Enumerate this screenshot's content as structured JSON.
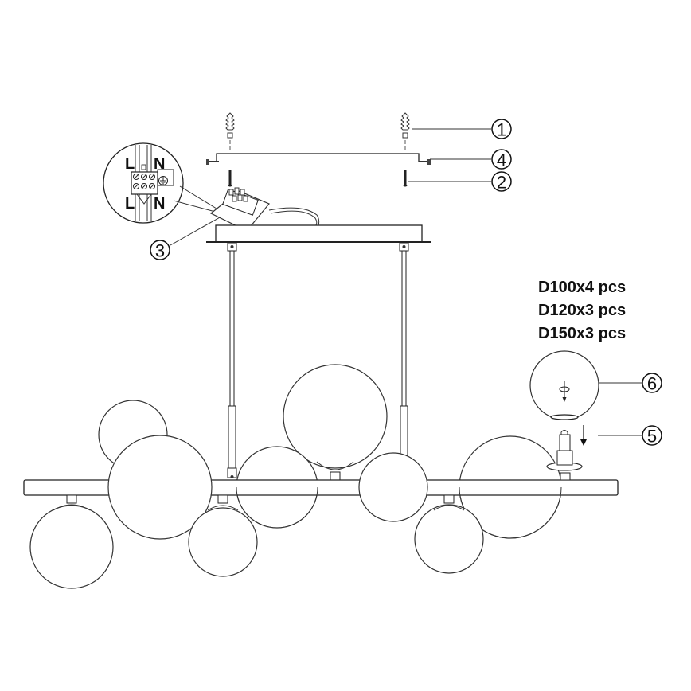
{
  "diagram": {
    "type": "assembly-instruction",
    "subject": "pendant chandelier with glass globes",
    "callouts": [
      {
        "id": 1,
        "label": "1",
        "part": "wall plug"
      },
      {
        "id": 2,
        "label": "2",
        "part": "mounting screw"
      },
      {
        "id": 3,
        "label": "3",
        "part": "terminal block"
      },
      {
        "id": 4,
        "label": "4",
        "part": "mounting bracket screw"
      },
      {
        "id": 5,
        "label": "5",
        "part": "bulb / lamp holder"
      },
      {
        "id": 6,
        "label": "6",
        "part": "glass globe"
      }
    ],
    "wiring": {
      "top_labels": [
        "L",
        "N"
      ],
      "bottom_labels": [
        "L",
        "N"
      ],
      "ground_symbol": "earth-ground"
    },
    "glass_specs": [
      "D100x4 pcs",
      "D120x3 pcs",
      "D150x3 pcs"
    ]
  }
}
